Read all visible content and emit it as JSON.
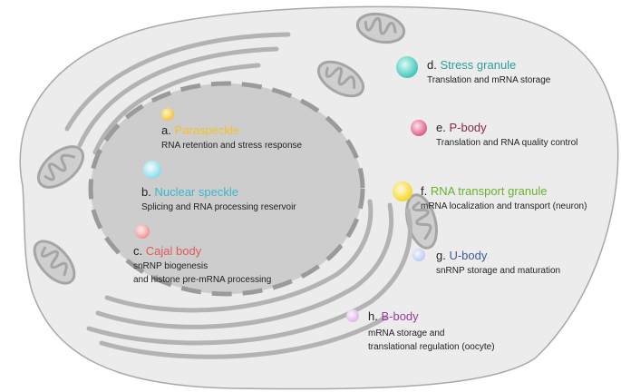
{
  "colors": {
    "cell_fill": "#ececec",
    "cell_stroke": "#a8a8a8",
    "nucleus_fill": "#cdcdcd",
    "envelope": "#999999",
    "organelle": "#b0b0b0"
  },
  "granules": [
    {
      "letter": "a.",
      "name": "Paraspeckle",
      "desc": [
        "RNA retention and stress response"
      ],
      "color": "#f2c12e",
      "dot_color": "#f6c94a"
    },
    {
      "letter": "b.",
      "name": "Nuclear speckle",
      "desc": [
        "Splicing and RNA processing reservoir"
      ],
      "color": "#3ab7cf",
      "dot_color": "#9be2ee"
    },
    {
      "letter": "c.",
      "name": "Cajal body",
      "desc": [
        "snRNP biogenesis",
        "and histone pre-mRNA processing"
      ],
      "color": "#e05a5a",
      "dot_color": "#f29a9a"
    },
    {
      "letter": "d.",
      "name": "Stress granule",
      "desc": [
        "Translation and mRNA storage"
      ],
      "color": "#2f9e95",
      "dot_color": "#4fd0c4"
    },
    {
      "letter": "e.",
      "name": "P-body",
      "desc": [
        "Translation and RNA quality control"
      ],
      "color": "#8a2a46",
      "dot_color": "#e06f90"
    },
    {
      "letter": "f.",
      "name": "RNA transport granule",
      "desc": [
        "mRNA localization and transport (neuron)"
      ],
      "color": "#69b12e",
      "dot_color": "#f7e12a"
    },
    {
      "letter": "g.",
      "name": "U-body",
      "desc": [
        "snRNP storage and maturation"
      ],
      "color": "#3d5a9e",
      "dot_color": "#c3d3f2"
    },
    {
      "letter": "h.",
      "name": "B-body",
      "desc": [
        "mRNA storage and",
        "translational regulation (oocyte)"
      ],
      "color": "#9a3aa0",
      "dot_color": "#e6c3ec"
    }
  ]
}
